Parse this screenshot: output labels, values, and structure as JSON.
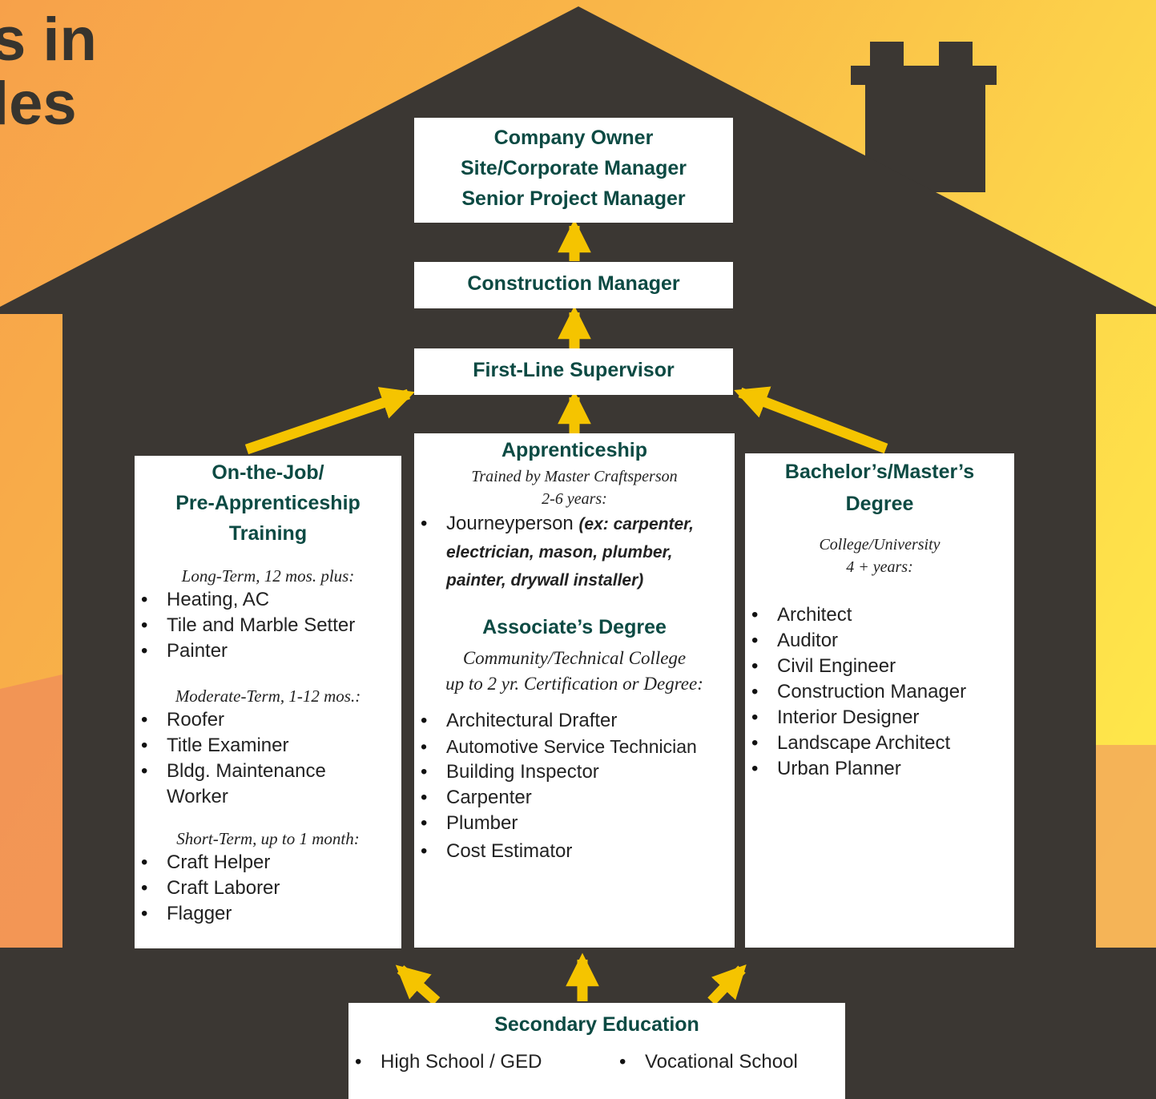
{
  "title": {
    "line1": "s in",
    "line2": "les"
  },
  "colors": {
    "house": "#3b3733",
    "arrow": "#f5c400",
    "heading": "#0c4a43"
  },
  "top_box": {
    "line1": "Company Owner",
    "line2": "Site/Corporate Manager",
    "line3": "Senior Project Manager"
  },
  "construction_manager": "Construction Manager",
  "first_line_supervisor": "First-Line Supervisor",
  "onjob": {
    "heading1": "On-the-Job/",
    "heading2": "Pre-Apprenticeship",
    "heading3": "Training",
    "long_term": {
      "label": "Long-Term, 12 mos. plus:",
      "items": [
        "Heating, AC",
        "Tile and Marble Setter",
        "Painter"
      ]
    },
    "moderate_term": {
      "label": "Moderate-Term, 1-12 mos.:",
      "items": [
        "Roofer",
        "Title Examiner",
        "Bldg. Maintenance Worker"
      ]
    },
    "short_term": {
      "label": "Short-Term, up to 1 month:",
      "items": [
        "Craft Helper",
        "Craft Laborer",
        "Flagger"
      ]
    }
  },
  "apprenticeship": {
    "heading": "Apprenticeship",
    "sub1": "Trained by Master Craftsperson",
    "sub2": "2-6 years:",
    "item_label": "Journeyperson",
    "item_examples": "(ex: carpenter, electrician, mason, plumber, painter, drywall installer)"
  },
  "associates": {
    "heading": "Associate’s Degree",
    "sub1": "Community/Technical College",
    "sub2": "up to 2 yr. Certification or Degree:",
    "items": [
      "Architectural Drafter",
      "Automotive Service Technician",
      "Building Inspector",
      "Carpenter",
      "Plumber",
      "Cost Estimator"
    ]
  },
  "bachelors": {
    "heading1": "Bachelor’s/Master’s",
    "heading2": "Degree",
    "sub1": "College/University",
    "sub2": "4 + years:",
    "items": [
      "Architect",
      "Auditor",
      "Civil Engineer",
      "Construction Manager",
      "Interior Designer",
      "Landscape Architect",
      "Urban Planner"
    ]
  },
  "secondary": {
    "heading": "Secondary Education",
    "items": [
      "High School / GED",
      "Vocational School"
    ]
  }
}
